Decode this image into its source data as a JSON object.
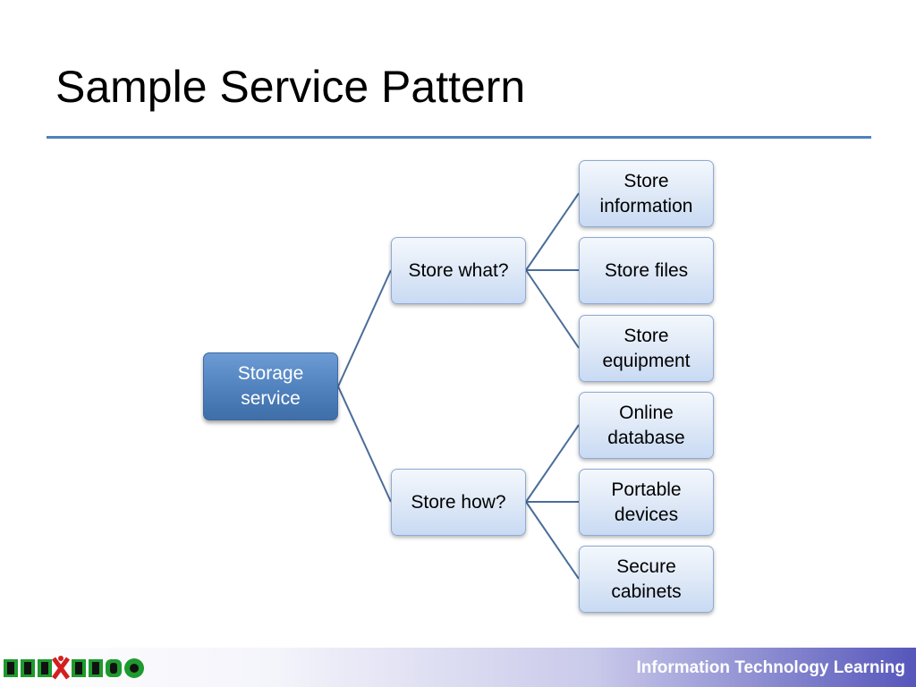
{
  "slide": {
    "title": "Sample Service Pattern"
  },
  "diagram": {
    "root": {
      "label": "Storage\nservice"
    },
    "branches": [
      {
        "label": "Store what?",
        "children": [
          "Store\ninformation",
          "Store files",
          "Store\nequipment"
        ]
      },
      {
        "label": "Store how?",
        "children": [
          "Online\ndatabase",
          "Portable\ndevices",
          "Secure\ncabinets"
        ]
      }
    ]
  },
  "footer": {
    "text": "Information Technology Learning",
    "logo": "INIXINDO"
  },
  "colors": {
    "accent_line": "#4f81bd",
    "root_fill": "#4f81bd",
    "node_fill": "#dfe9f7",
    "connector": "#4a6d99",
    "footer_gradient_end": "#5656bb",
    "logo_green": "#1e9a2e",
    "logo_red": "#d21f1f"
  }
}
